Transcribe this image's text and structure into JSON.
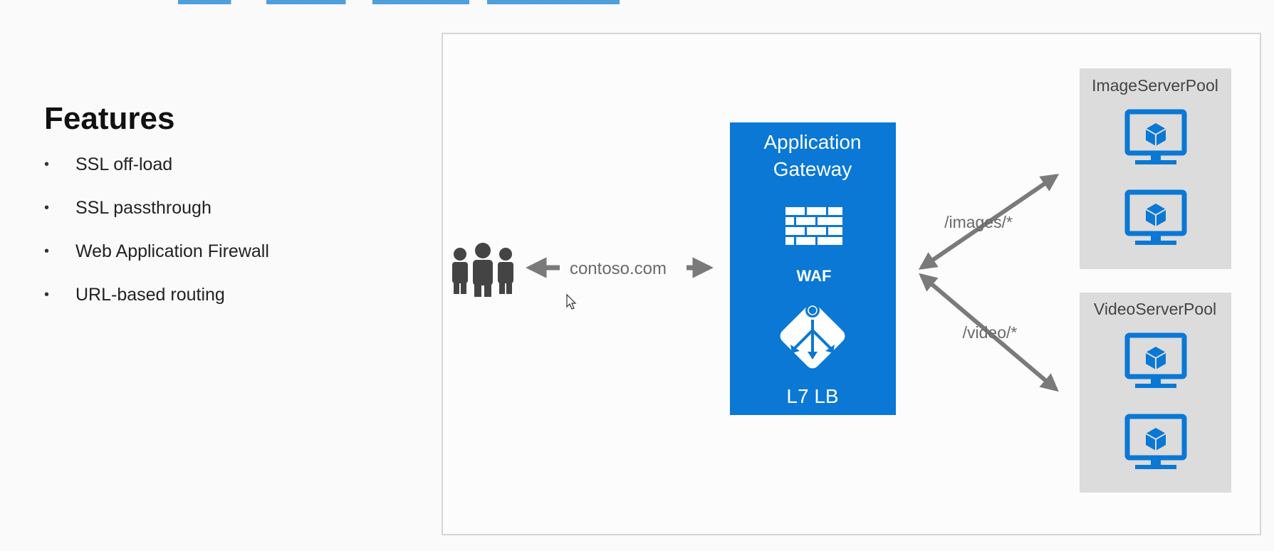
{
  "features": {
    "heading": "Features",
    "items": [
      {
        "label": "SSL off-load"
      },
      {
        "label": "SSL passthrough"
      },
      {
        "label": "Web Application Firewall"
      },
      {
        "label": "URL-based routing"
      }
    ]
  },
  "diagram": {
    "client_link_label": "contoso.com",
    "gateway": {
      "title_line1": "Application",
      "title_line2": "Gateway",
      "waf_label": "WAF",
      "lb_label": "L7 LB"
    },
    "routes": {
      "images_path": "/images/*",
      "video_path": "/video/*"
    },
    "pools": {
      "image_pool_name": "ImageServerPool",
      "video_pool_name": "VideoServerPool"
    },
    "colors": {
      "azure_blue": "#0a78d4",
      "arrow_gray": "#7a7a7a",
      "pool_bg": "#dcdcdc",
      "users_gray": "#444444"
    }
  }
}
